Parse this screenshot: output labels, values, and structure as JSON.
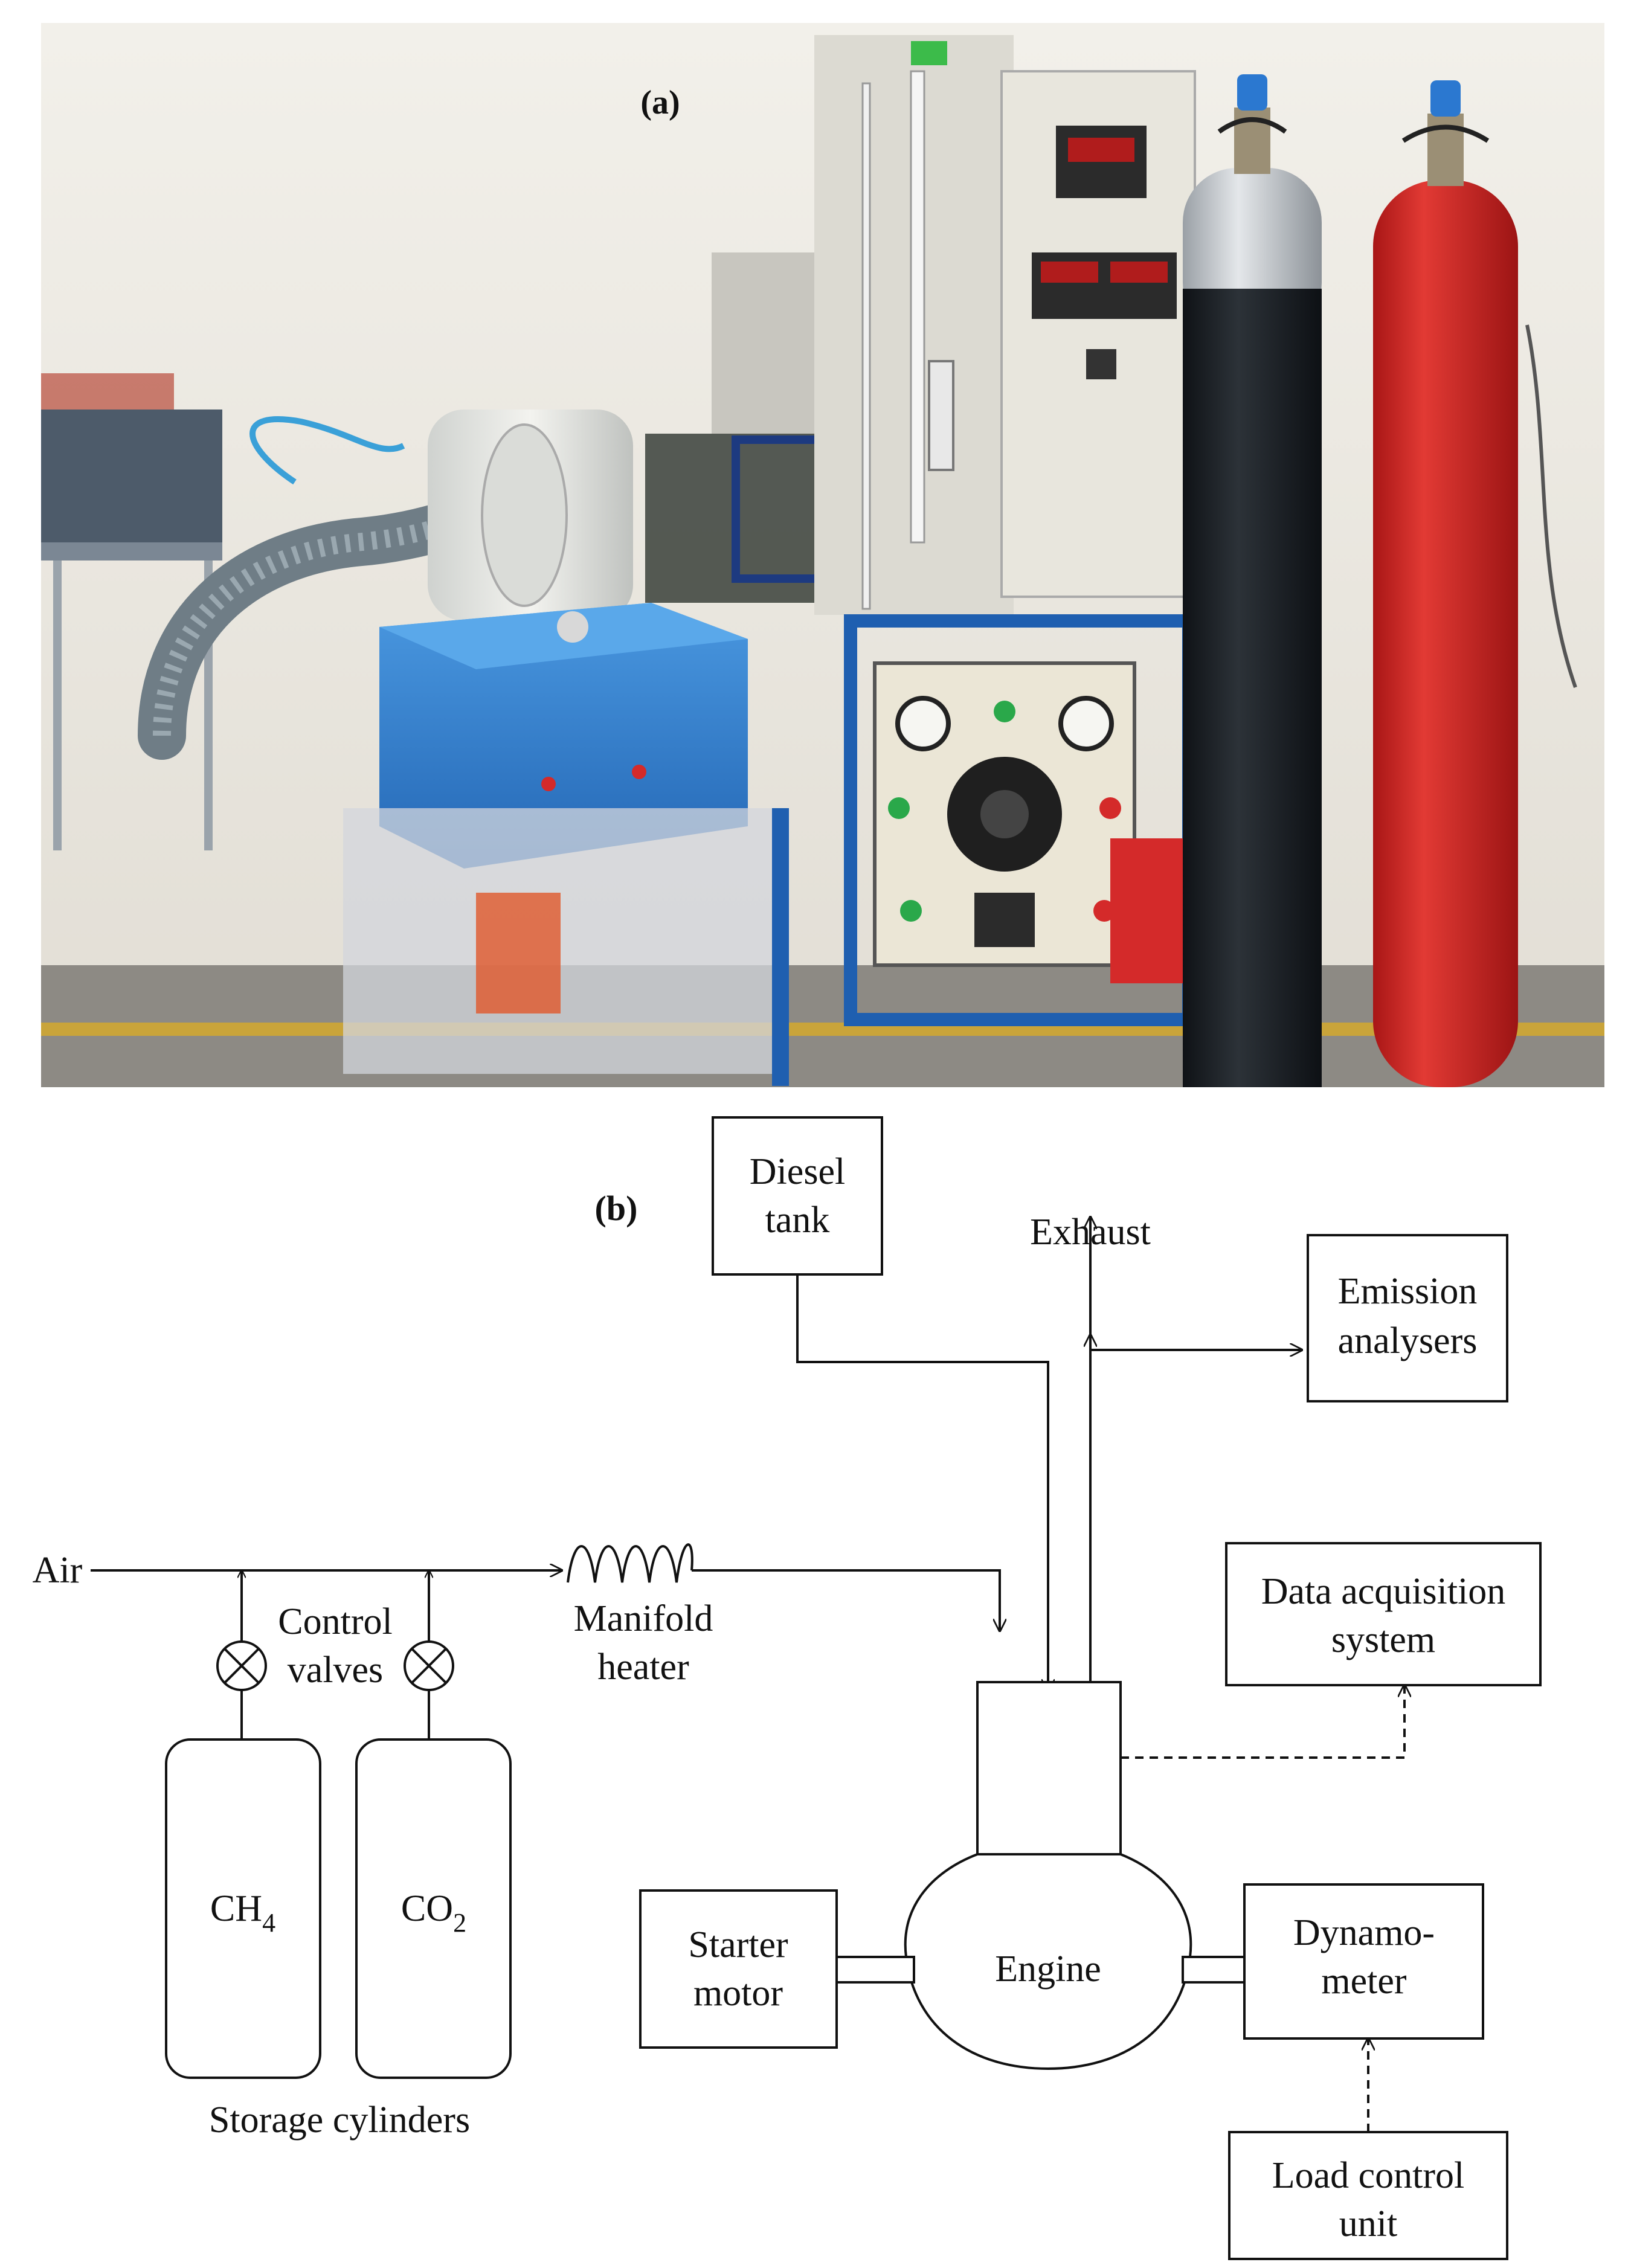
{
  "figure": {
    "panel_a_label": "(a)",
    "panel_b_label": "(b)"
  },
  "diagram": {
    "diesel_tank": [
      "Diesel",
      "tank"
    ],
    "exhaust": "Exhaust",
    "emission_analysers": [
      "Emission",
      "analysers"
    ],
    "air": "Air",
    "control_valves": [
      "Control",
      "valves"
    ],
    "manifold_heater": [
      "Manifold",
      "heater"
    ],
    "data_acquisition": [
      "Data acquisition",
      "system"
    ],
    "cylinder_ch4": {
      "main": "CH",
      "sub": "4"
    },
    "cylinder_co2": {
      "main": "CO",
      "sub": "2"
    },
    "storage_cylinders": "Storage cylinders",
    "starter_motor": [
      "Starter",
      "motor"
    ],
    "engine": "Engine",
    "dynamometer": [
      "Dynamo-",
      "meter"
    ],
    "load_control": [
      "Load control",
      "unit"
    ]
  },
  "colors": {
    "wall": "#e9e6df",
    "floor": "#8d8a84",
    "blue_equipment": "#2f7fd0",
    "red_cylinder": "#d42a2a",
    "black_cylinder": "#1b1f24",
    "panel_cream": "#ebe6d6"
  }
}
